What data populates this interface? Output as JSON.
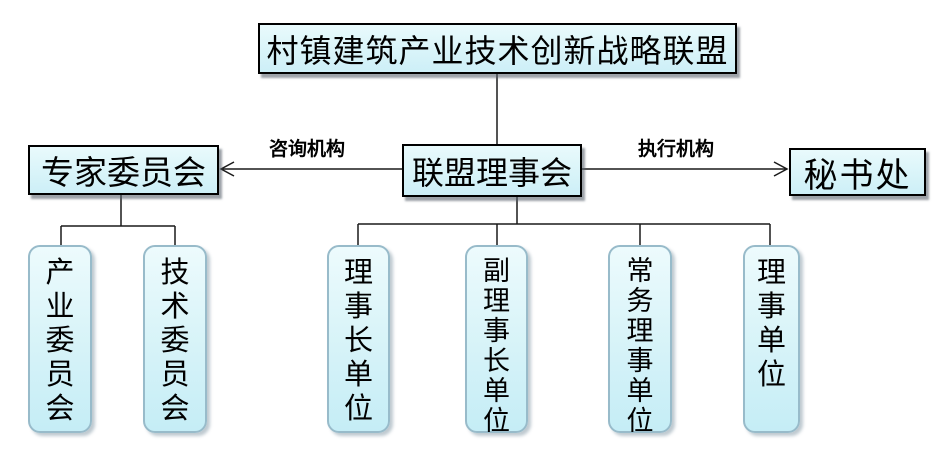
{
  "chart": {
    "root": "村镇建筑产业技术创新战略联盟",
    "council": "联盟理事会",
    "expert": "专家委员会",
    "secretariat": "秘书处",
    "advisory_label": "咨询机构",
    "executive_label": "执行机构",
    "expert_children": [
      "产业委员会",
      "技术委员会"
    ],
    "council_children": [
      "理事长单位",
      "副理事长单位",
      "常务理事单位",
      "理事单位"
    ],
    "colors": {
      "box_fill_light": "#edfbfd",
      "box_fill_dark": "#c5edf6",
      "rect_border": "#000000",
      "round_border": "#98bbca",
      "connector": "#1a1a1a"
    }
  }
}
